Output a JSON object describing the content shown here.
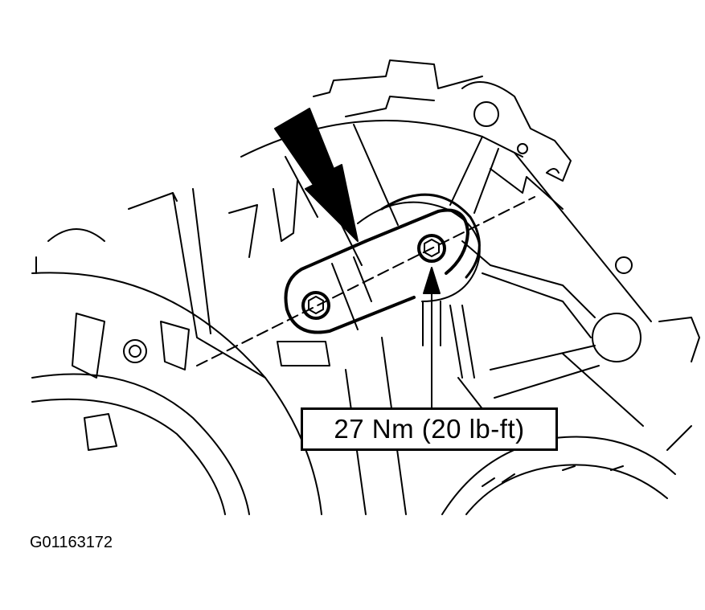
{
  "diagram": {
    "callout": {
      "torque_label": "27 Nm (20 lb-ft)"
    },
    "figure_id": "G01163172",
    "colors": {
      "line": "#000000",
      "background": "#ffffff"
    },
    "components": [
      "bracket-link",
      "upper-bolt",
      "lower-bolt",
      "pulley-left",
      "pulley-right-bottom",
      "tensioner-ball",
      "pointer-arrow",
      "leader-arrow"
    ]
  }
}
